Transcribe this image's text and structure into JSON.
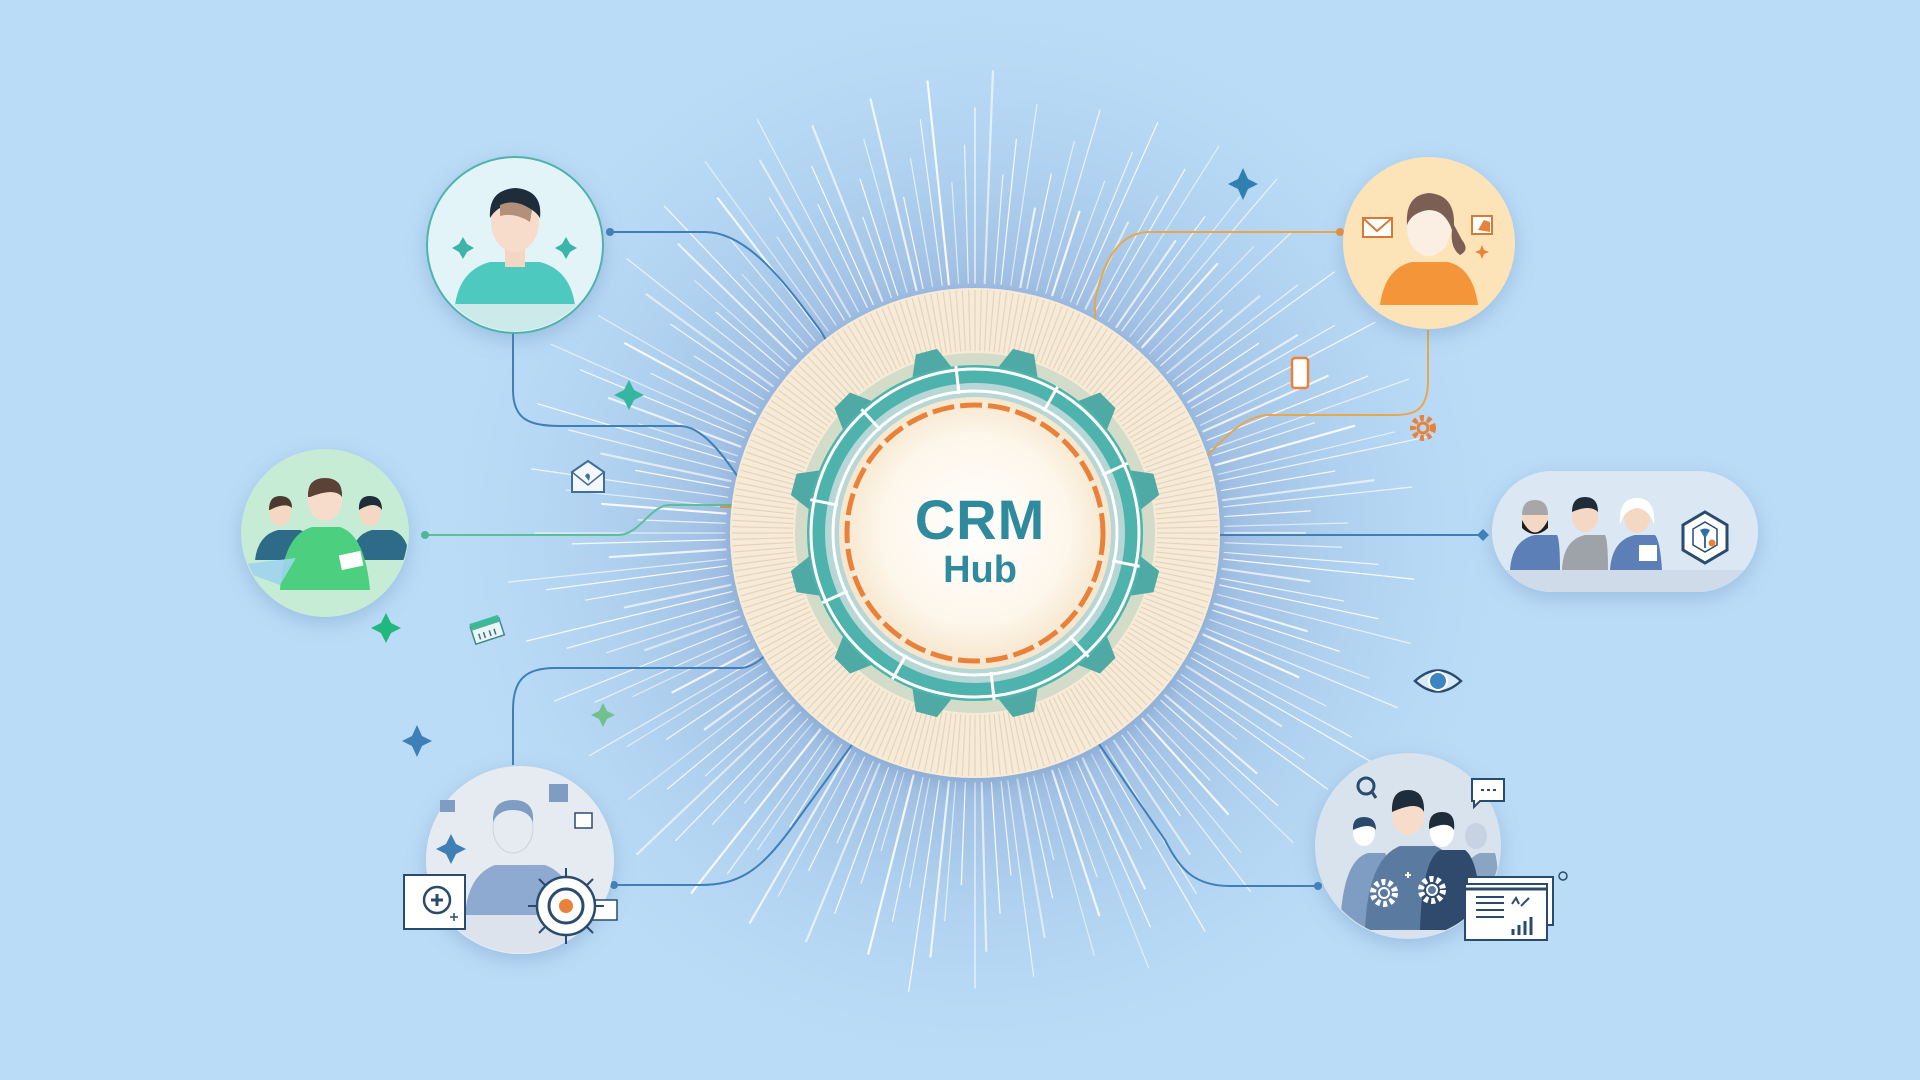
{
  "hub": {
    "title": "CRM",
    "subtitle": "Hub",
    "colors": {
      "text": "#2f8a9e",
      "teal": "#4fb3ad",
      "orange": "#e8823a",
      "cream": "#fbf3e6"
    }
  },
  "background": {
    "color": "#badcf7"
  },
  "nodes": [
    {
      "id": "sales-rep",
      "shape": "circle",
      "color": "#4ec9c0",
      "icons": [
        "person-icon",
        "sparkle-icon",
        "sparkle-icon"
      ]
    },
    {
      "id": "marketing-contact",
      "shape": "circle",
      "color": "#f5953a",
      "icons": [
        "person-icon",
        "mail-icon",
        "chart-card-icon",
        "sparkle-icon"
      ]
    },
    {
      "id": "team",
      "shape": "circle",
      "color": "#4ccf7f",
      "icons": [
        "group-icon",
        "tablet-icon",
        "paper-plane-icon"
      ]
    },
    {
      "id": "customers",
      "shape": "pill",
      "color": "#5b7fb6",
      "icons": [
        "group-icon",
        "cube-network-icon"
      ]
    },
    {
      "id": "support-agent",
      "shape": "circle",
      "color": "#7f9cc2",
      "icons": [
        "person-icon",
        "target-icon",
        "add-card-icon",
        "sparkle-icon"
      ]
    },
    {
      "id": "analytics-team",
      "shape": "circle",
      "color": "#5a7aa0",
      "icons": [
        "group-icon",
        "search-icon",
        "chat-icon",
        "gear-icon",
        "report-icon"
      ]
    }
  ],
  "floating_icons": [
    "envelope-icon",
    "calendar-icon",
    "phone-icon",
    "gear-icon",
    "eye-icon",
    "sparkle-icon"
  ]
}
